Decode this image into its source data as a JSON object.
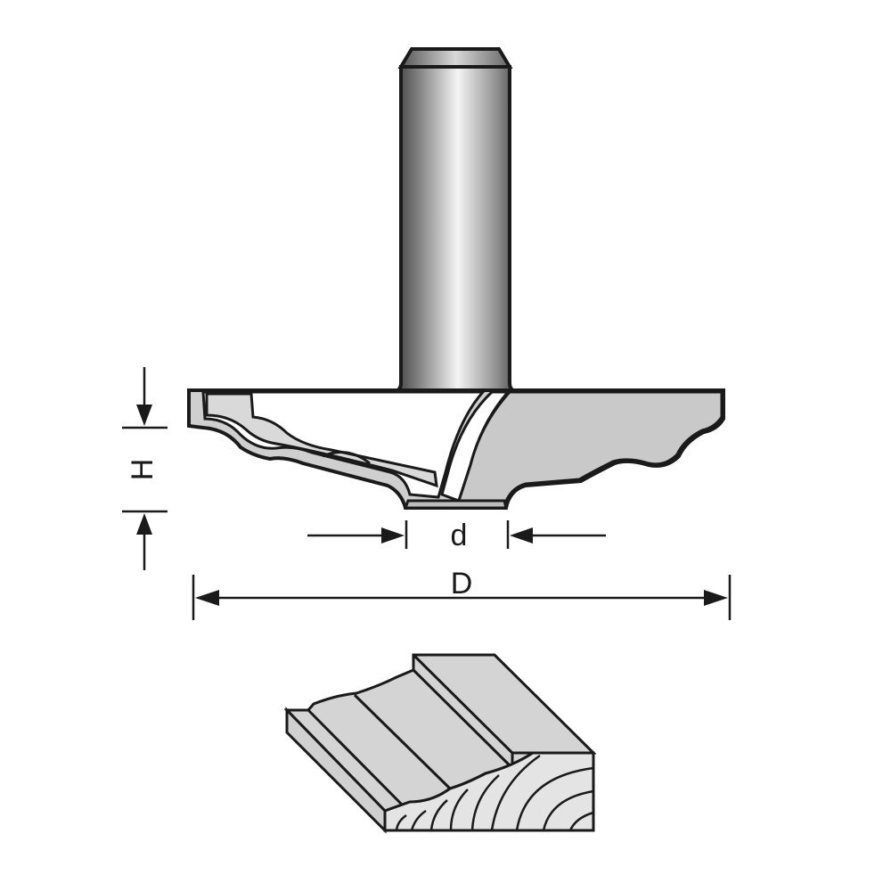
{
  "labels": {
    "height": "H",
    "shank_diameter": "d",
    "overall_diameter": "D"
  },
  "colors": {
    "outline": "#1a1a1a",
    "body_fill": "#cfcfcf",
    "carbide_fill": "#ffffff",
    "shank_dark": "#4a4a4a",
    "shank_light": "#f2f2f2",
    "wood_top": "#d4d4d4",
    "wood_end": "#e6e6e6"
  }
}
